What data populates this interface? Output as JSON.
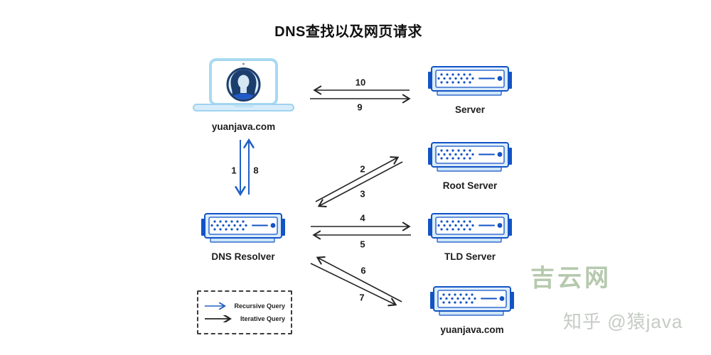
{
  "title": "DNS查找以及网页请求",
  "nodes": {
    "client": {
      "label": "yuanjava.com"
    },
    "resolver": {
      "label": "DNS Resolver"
    },
    "server": {
      "label": "Server"
    },
    "root_server": {
      "label": "Root Server"
    },
    "tld_server": {
      "label": "TLD Server"
    },
    "auth_server": {
      "label": "yuanjava.com"
    }
  },
  "arrow_labels": {
    "n1": "1",
    "n2": "2",
    "n3": "3",
    "n4": "4",
    "n5": "5",
    "n6": "6",
    "n7": "7",
    "n8": "8",
    "n9": "9",
    "n10": "10"
  },
  "legend": {
    "recursive_label": "Recursive Query",
    "iterative_label": "Iterative Query"
  },
  "watermarks": {
    "site_name": "吉云网",
    "author_credit": "知乎 @猿java"
  },
  "colors": {
    "recursive_arrow": "#2161c6",
    "iterative_arrow": "#242424",
    "server_border_blue": "#1353c6",
    "server_fill_blue": "#dbedfb",
    "laptop_light_blue": "#a8d9f2",
    "avatar_navy": "#1c3e6e",
    "watermark_green": "#b6c9ae",
    "watermark_gray": "#c6cbc5"
  }
}
